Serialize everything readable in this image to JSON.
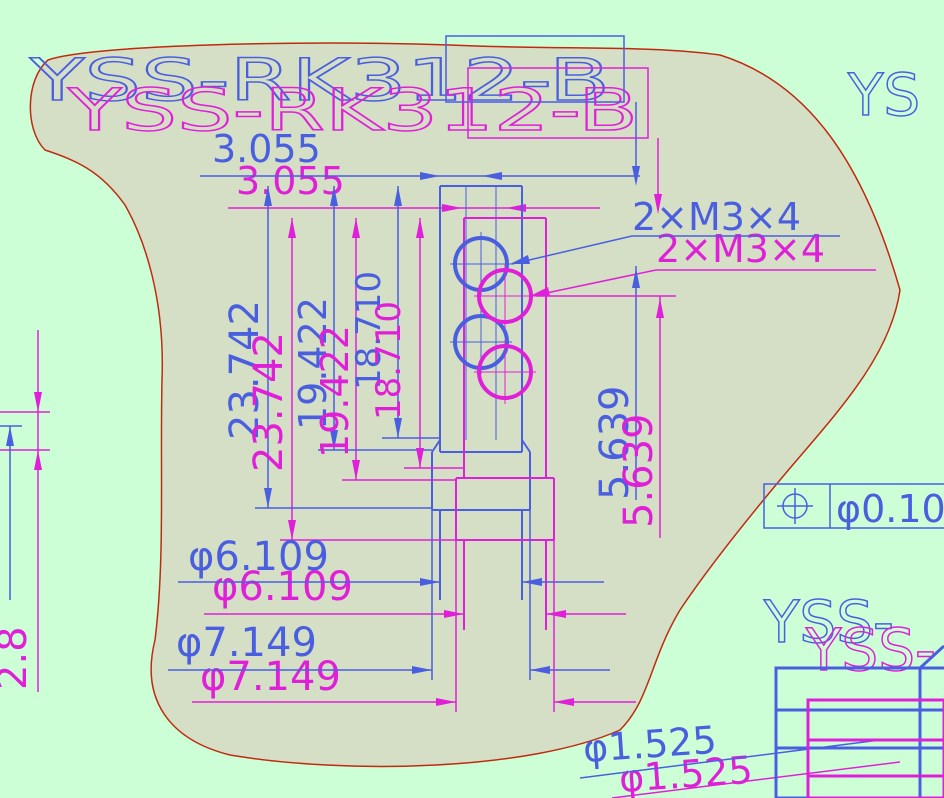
{
  "colors": {
    "background": "#ccffd6",
    "region_fill": "#d5dfc6",
    "region_outline": "#c02a10",
    "layer_a": "#4a5fe0",
    "layer_b": "#e020d8"
  },
  "part_label": {
    "layer_a": "YSS-RK312-B",
    "layer_b": "YSS-RK312-B"
  },
  "right_partial_label": "YS",
  "right_lower_label": {
    "layer_a": "YSS-",
    "layer_b": "YSS-"
  },
  "width_dim": {
    "layer_a": "3.055",
    "layer_b": "3.055"
  },
  "thread_note": {
    "layer_a": "2×M3×4",
    "layer_b": "2×M3×4"
  },
  "height_dims": {
    "outer": {
      "layer_a": "23.742",
      "layer_b": "23.742"
    },
    "middle": {
      "layer_a": "19.422",
      "layer_b": "19.422"
    },
    "inner": {
      "layer_a": "18.710",
      "layer_b": "18.710"
    }
  },
  "hole_offset": {
    "layer_a": "5.639",
    "layer_b": "5.639"
  },
  "dia_small": {
    "layer_a": "φ6.109",
    "layer_b": "φ6.109"
  },
  "dia_large": {
    "layer_a": "φ7.149",
    "layer_b": "φ7.149"
  },
  "dia_bottom": {
    "layer_a": "φ1.525",
    "layer_b": "φ1.525"
  },
  "left_partial_dim": "2.8",
  "tolerance_frame": {
    "symbol_icon": "position-icon",
    "value": "φ0.10"
  }
}
